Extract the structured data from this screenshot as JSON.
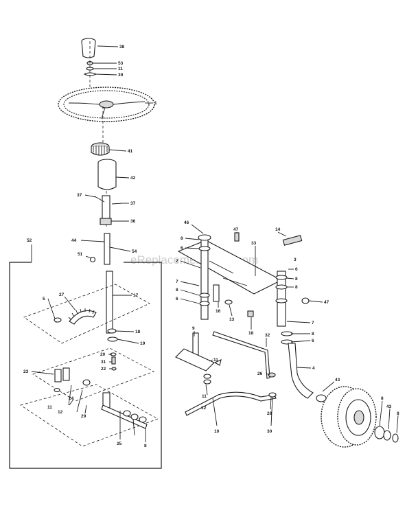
{
  "watermark": "eReplacementParts.com",
  "callouts": [
    {
      "id": "c-38",
      "text": "38"
    },
    {
      "id": "c-53",
      "text": "53"
    },
    {
      "id": "c-11a",
      "text": "11"
    },
    {
      "id": "c-39",
      "text": "39"
    },
    {
      "id": "c-1",
      "text": "1"
    },
    {
      "id": "c-41",
      "text": "41"
    },
    {
      "id": "c-42",
      "text": "42"
    },
    {
      "id": "c-37a",
      "text": "37"
    },
    {
      "id": "c-37b",
      "text": "37"
    },
    {
      "id": "c-36",
      "text": "36"
    },
    {
      "id": "c-52",
      "text": "52"
    },
    {
      "id": "c-44",
      "text": "44"
    },
    {
      "id": "c-51",
      "text": "51"
    },
    {
      "id": "c-54",
      "text": "54"
    },
    {
      "id": "c-17",
      "text": "17"
    },
    {
      "id": "c-5a",
      "text": "5"
    },
    {
      "id": "c-27",
      "text": "27"
    },
    {
      "id": "c-18a",
      "text": "18"
    },
    {
      "id": "c-19",
      "text": "19"
    },
    {
      "id": "c-20",
      "text": "20"
    },
    {
      "id": "c-31",
      "text": "31"
    },
    {
      "id": "c-22",
      "text": "22"
    },
    {
      "id": "c-23",
      "text": "23"
    },
    {
      "id": "c-11b",
      "text": "11"
    },
    {
      "id": "c-12a",
      "text": "12"
    },
    {
      "id": "c-24",
      "text": "24"
    },
    {
      "id": "c-29",
      "text": "29"
    },
    {
      "id": "c-25",
      "text": "25"
    },
    {
      "id": "c-8a",
      "text": "8"
    },
    {
      "id": "c-46",
      "text": "46"
    },
    {
      "id": "c-8b",
      "text": "8"
    },
    {
      "id": "c-6a",
      "text": "6"
    },
    {
      "id": "c-2",
      "text": "2"
    },
    {
      "id": "c-7a",
      "text": "7"
    },
    {
      "id": "c-8c",
      "text": "8"
    },
    {
      "id": "c-6b",
      "text": "6"
    },
    {
      "id": "c-47a",
      "text": "47"
    },
    {
      "id": "c-33",
      "text": "33"
    },
    {
      "id": "c-14",
      "text": "14"
    },
    {
      "id": "c-3",
      "text": "3"
    },
    {
      "id": "c-6c",
      "text": "6"
    },
    {
      "id": "c-8d",
      "text": "8"
    },
    {
      "id": "c-8e",
      "text": "8"
    },
    {
      "id": "c-47b",
      "text": "47"
    },
    {
      "id": "c-16",
      "text": "16"
    },
    {
      "id": "c-13",
      "text": "13"
    },
    {
      "id": "c-18b",
      "text": "18"
    },
    {
      "id": "c-7b",
      "text": "7"
    },
    {
      "id": "c-8f",
      "text": "8"
    },
    {
      "id": "c-6d",
      "text": "6"
    },
    {
      "id": "c-9",
      "text": "9"
    },
    {
      "id": "c-32",
      "text": "32"
    },
    {
      "id": "c-11c",
      "text": "11"
    },
    {
      "id": "c-26",
      "text": "26"
    },
    {
      "id": "c-4",
      "text": "4"
    },
    {
      "id": "c-11d",
      "text": "11"
    },
    {
      "id": "c-12b",
      "text": "12"
    },
    {
      "id": "c-28",
      "text": "28"
    },
    {
      "id": "c-10",
      "text": "10"
    },
    {
      "id": "c-30",
      "text": "30"
    },
    {
      "id": "c-43a",
      "text": "43"
    },
    {
      "id": "c-8g",
      "text": "8"
    },
    {
      "id": "c-43b",
      "text": "43"
    },
    {
      "id": "c-8h",
      "text": "8"
    }
  ]
}
